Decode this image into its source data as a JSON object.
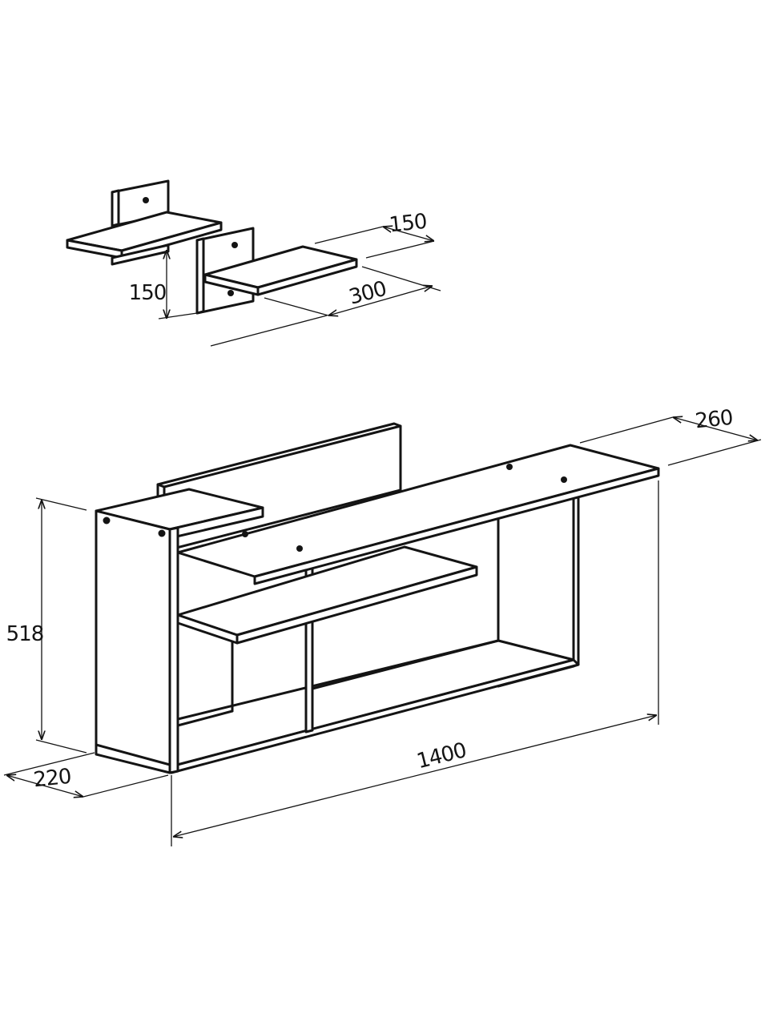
{
  "dimensions": {
    "bracket_depth": "150",
    "bracket_height": "150",
    "bracket_width": "300",
    "shelf_depth": "260",
    "shelf_height": "518",
    "side_depth": "220",
    "shelf_width": "1400"
  },
  "colors": {
    "line": "#141414",
    "background": "#ffffff"
  }
}
